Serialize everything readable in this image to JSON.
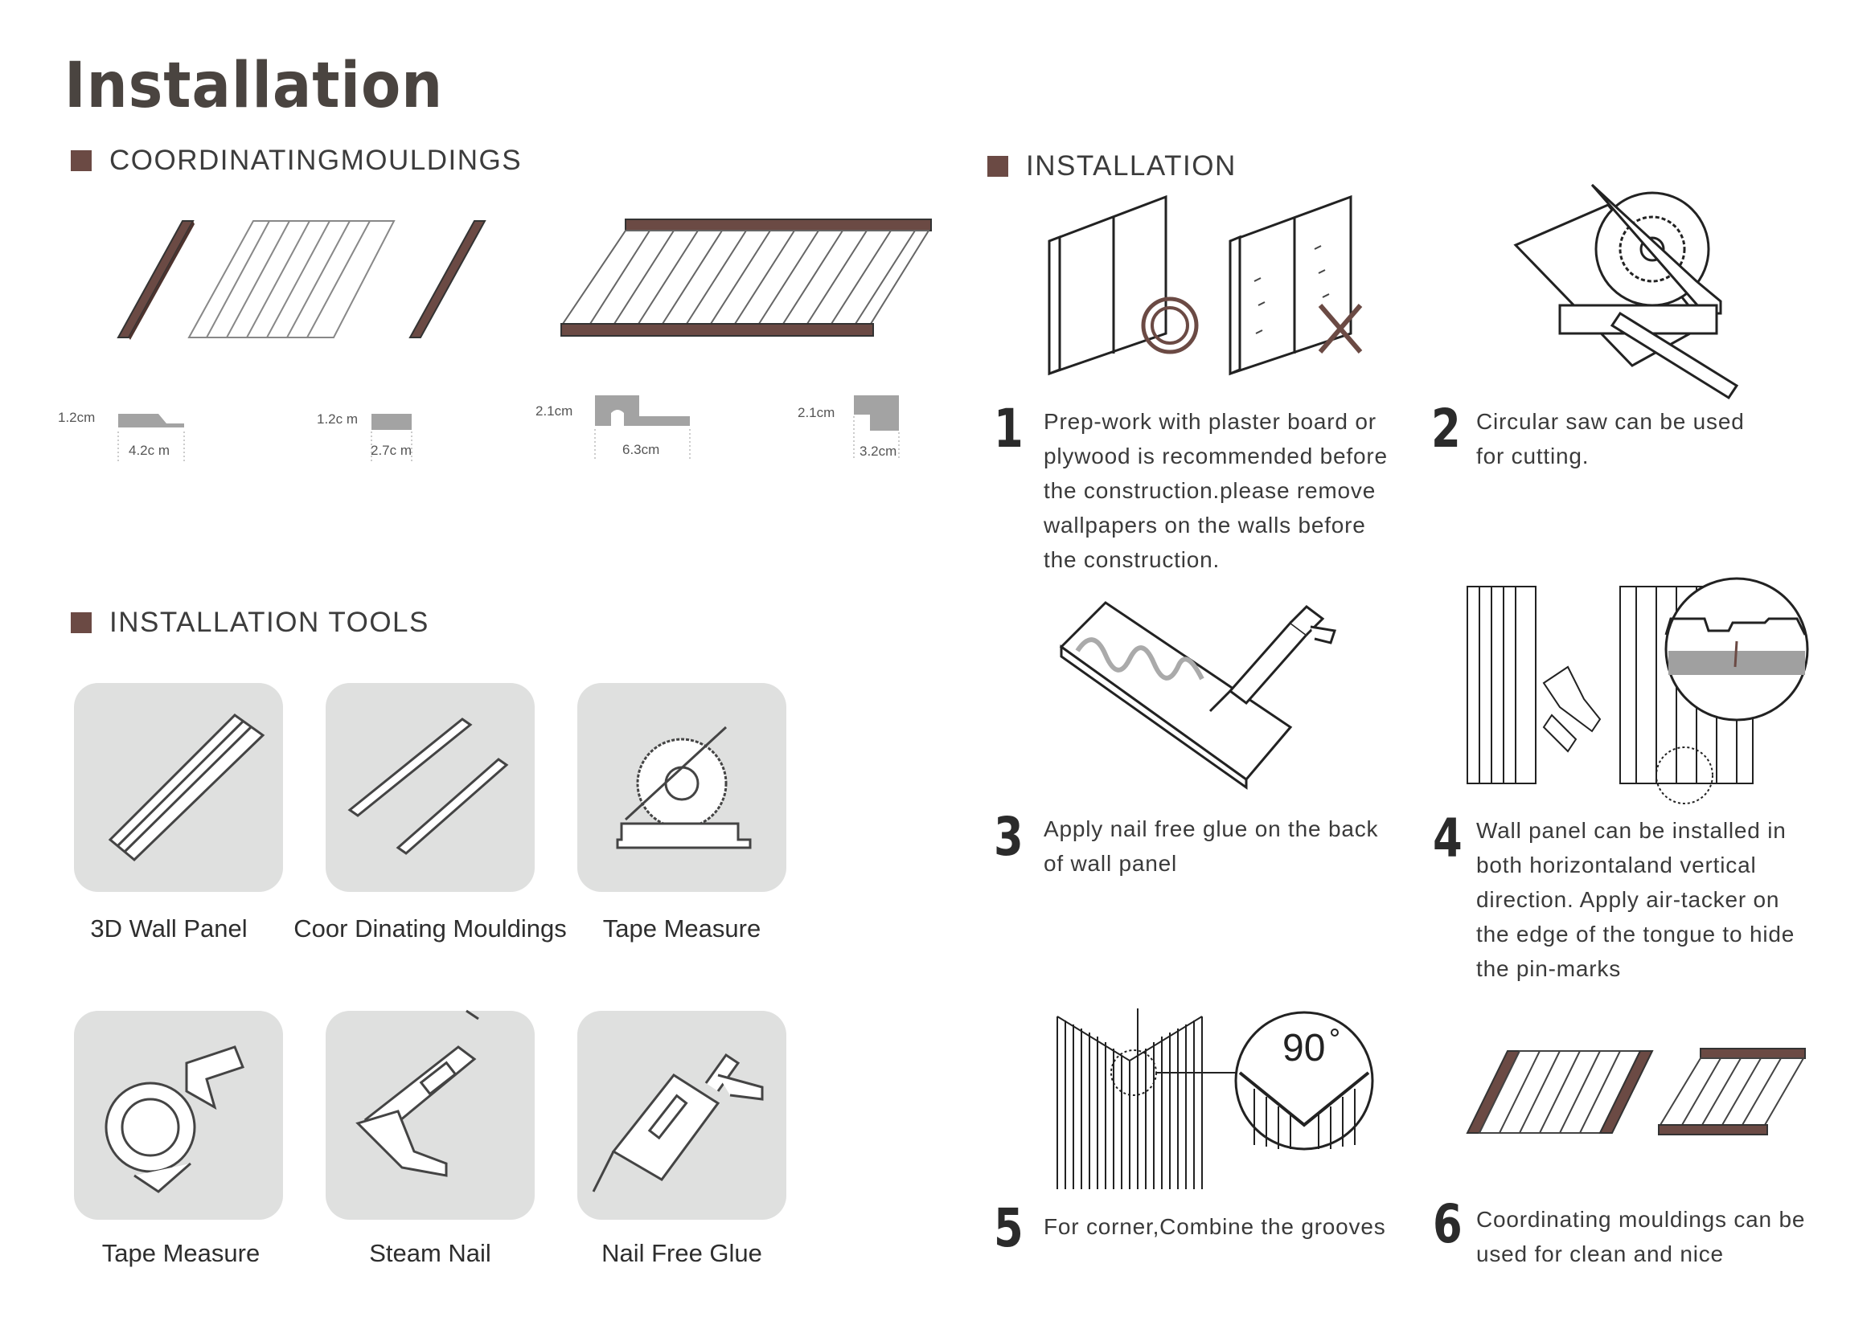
{
  "page": {
    "title": "Installation"
  },
  "mouldings": {
    "heading": "COORDINATINGMOULDINGS",
    "profiles": [
      {
        "height": "1.2cm",
        "width": "4.2c m"
      },
      {
        "height": "1.2c m",
        "width": "2.7c m"
      },
      {
        "height": "2.1cm",
        "width": "6.3cm"
      },
      {
        "height": "2.1cm",
        "width": "3.2cm"
      }
    ]
  },
  "tools": {
    "heading": "INSTALLATION TOOLS",
    "items": [
      {
        "label": "3D Wall Panel",
        "icon": "wall-panel-icon"
      },
      {
        "label": "Coor Dinating Mouldings",
        "icon": "mouldings-icon"
      },
      {
        "label": "Tape Measure",
        "icon": "circular-saw-icon"
      },
      {
        "label": "Tape Measure",
        "icon": "tape-measure-icon"
      },
      {
        "label": "Steam Nail",
        "icon": "nail-gun-icon"
      },
      {
        "label": "Nail Free Glue",
        "icon": "glue-gun-icon"
      }
    ]
  },
  "installation": {
    "heading": "INSTALLATION",
    "angle_label": "90",
    "steps": [
      {
        "number": "1",
        "text": "Prep-work with plaster board or\nplywood  is recommended before\nthe construction.please remove\n wallpapers on the walls before\nthe construction."
      },
      {
        "number": "2",
        "text": "Circular saw can be used\nfor cutting."
      },
      {
        "number": "3",
        "text": "Apply nail free glue on the back\n of wall panel"
      },
      {
        "number": "4",
        "text": "Wall panel can be installed in\nboth horizontaland vertical\n direction. Apply air-tacker on\nthe edge of the tongue to hide\n the pin-marks"
      },
      {
        "number": "5",
        "text": "For corner,Combine the grooves"
      },
      {
        "number": "6",
        "text": "Coordinating mouldings can be\nused for clean and nice"
      }
    ]
  },
  "colors": {
    "accent_brown": "#6b4a44",
    "tool_box_gray": "#dfe0df",
    "profile_gray": "#a3a3a3"
  }
}
